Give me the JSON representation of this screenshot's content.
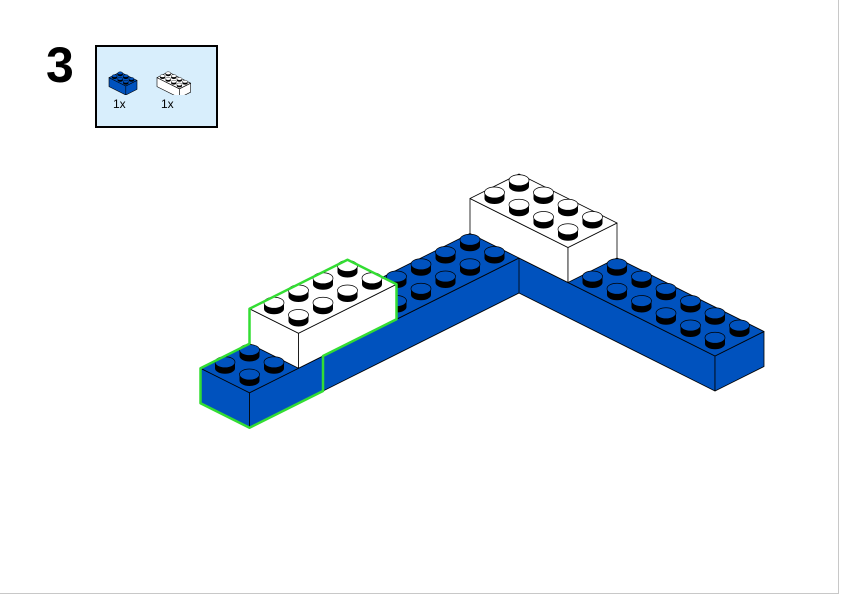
{
  "step": {
    "number": "3"
  },
  "parts_list": [
    {
      "qty": "1x",
      "color": "#0052be",
      "studs_long": 3,
      "studs_wide": 2
    },
    {
      "qty": "1x",
      "color": "#ffffff",
      "studs_long": 4,
      "studs_wide": 2
    }
  ],
  "colors": {
    "blue": "#0052be",
    "white": "#ffffff",
    "highlight": "#33dd33",
    "parts_bg": "#d8eefc"
  }
}
